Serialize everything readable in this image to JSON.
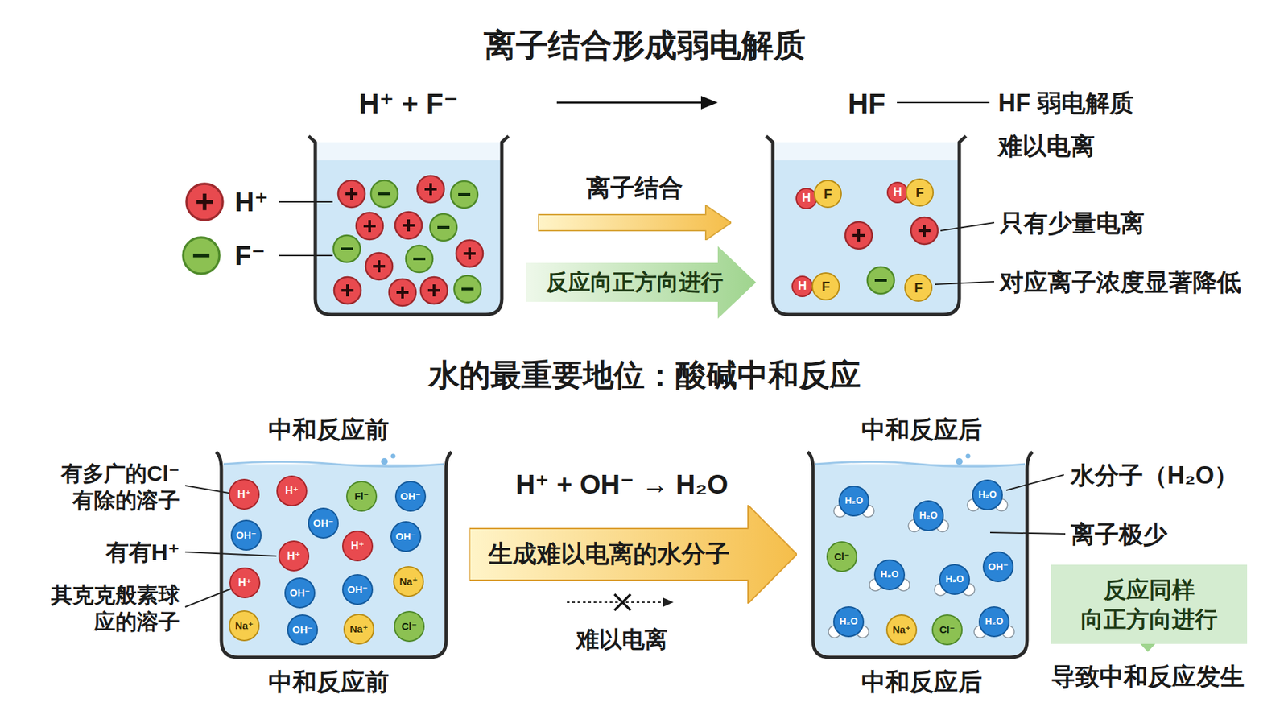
{
  "diagram": {
    "title": "离子结合形成弱电解质",
    "nodes": [
      {
        "text": [
          "离子结合"
        ]
      },
      {
        "text": [
          "反应向正方向进行"
        ]
      },
      {
        "text": [
          "H"
        ]
      },
      {
        "text": [
          "F"
        ]
      },
      {
        "text": [
          "H"
        ]
      },
      {
        "text": [
          "F"
        ]
      },
      {
        "text": [
          "H"
        ]
      },
      {
        "text": [
          "F"
        ]
      },
      {
        "text": [
          "F"
        ]
      },
      {
        "text": [
          "H⁺"
        ]
      },
      {
        "text": [
          "H⁺"
        ]
      },
      {
        "text": [
          "Fl⁻"
        ]
      },
      {
        "text": [
          "OH⁻"
        ]
      },
      {
        "text": [
          "OH⁻"
        ]
      },
      {
        "text": [
          "OH⁻"
        ]
      },
      {
        "text": [
          "H⁺"
        ]
      },
      {
        "text": [
          "H⁺"
        ]
      },
      {
        "text": [
          "OH⁻"
        ]
      },
      {
        "text": [
          "H⁺"
        ]
      },
      {
        "text": [
          "OH⁻"
        ]
      },
      {
        "text": [
          "OH⁻"
        ]
      },
      {
        "text": [
          "Na⁺"
        ]
      },
      {
        "text": [
          "Na⁺"
        ]
      },
      {
        "text": [
          "OH⁻"
        ]
      },
      {
        "text": [
          "Na⁺"
        ]
      },
      {
        "text": [
          "Cl⁻"
        ]
      },
      {
        "text": [
          "生成难以电离的水分子"
        ]
      },
      {
        "text": [
          "H₂O"
        ]
      },
      {
        "text": [
          "H₂O"
        ]
      },
      {
        "text": [
          "H₂O"
        ]
      },
      {
        "text": [
          "Cl⁻"
        ]
      },
      {
        "text": [
          "H₂O"
        ]
      },
      {
        "text": [
          "H₂O"
        ]
      },
      {
        "text": [
          "OH⁻"
        ]
      },
      {
        "text": [
          "H₂O"
        ]
      },
      {
        "text": [
          "Na⁺"
        ]
      },
      {
        "text": [
          "Cl⁻"
        ]
      },
      {
        "text": [
          "H₂O"
        ]
      },
      {
        "text": [
          "反应同样 向正方向进行"
        ]
      }
    ],
    "labels": [
      "H⁺ + F⁻",
      "HF",
      "HF 弱电解质",
      "难以电离",
      "H⁺",
      "F⁻",
      "只有少量电离",
      "对应离子浓度显著降低",
      "水的最重要地位：酸碱中和反应",
      "中和反应前",
      "中和反应后",
      "有多广的Cl⁻ 有除的溶子",
      "有有H⁺",
      "其克克般素球 应的溶子",
      "H⁺ + OH⁻ → H₂O",
      "难以电离",
      "中和反应前",
      "中和反应后",
      "水分子（H₂O）",
      "离子极少",
      "导致中和反应发生"
    ]
  }
}
